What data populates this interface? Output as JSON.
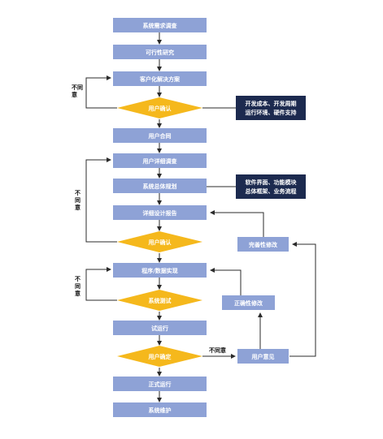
{
  "colors": {
    "box": "#8EA2D6",
    "decision": "#F5B81C",
    "note": "#1C2A4F",
    "line": "#2b2b2b"
  },
  "flow": {
    "survey": "系统需求调查",
    "feasibility": "可行性研究",
    "solution": "客户化解决方案",
    "confirm1": "用户确认",
    "contract": "用户合同",
    "detail_survey": "用户详细调查",
    "overall_plan": "系统总体规划",
    "detail_design": "详细设计报告",
    "confirm2": "用户确认",
    "program": "程序/数据实现",
    "test": "系统测试",
    "trial": "试运行",
    "confirm3": "用户确定",
    "formal": "正式运行",
    "maintain": "系统维护"
  },
  "side": {
    "perfect_fix": "完善性修改",
    "correct_fix": "正确性修改",
    "opinion": "用户意见",
    "disagree1": "不同意",
    "disagree2": "不同意",
    "disagree3": "不同意",
    "disagree4": "不同意"
  },
  "notes": {
    "note1": [
      "开发成本、开发周期",
      "运行环境、硬件支持"
    ],
    "note2": [
      "软件界面、功能模块",
      "总体框架、业务流程"
    ]
  }
}
